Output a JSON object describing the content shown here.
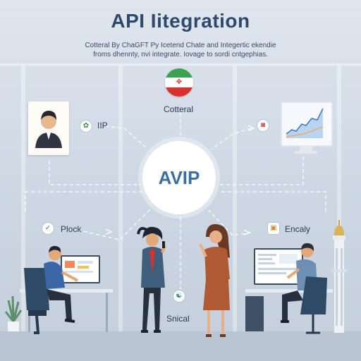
{
  "title": "API Iitegration",
  "subtitle": {
    "line1": "Cotteral By ChaGFT Py Icetend Chate and Integertic ekendie",
    "line2": "froms dhennty, nvi integrate. Iovage to sordi cntgephias."
  },
  "hub": {
    "label": "AVIP"
  },
  "nodes": {
    "top": {
      "label": "Cotteral"
    },
    "left_top": {
      "label": "IIP",
      "icon": "leaf-pin-icon"
    },
    "right_top": {
      "icon": "camera-icon"
    },
    "left_mid": {
      "label": "Plock",
      "icon": "check-icon"
    },
    "right_mid": {
      "label": "Encaly",
      "icon": "box-icon"
    },
    "bottom": {
      "label": "Snical",
      "icon": "swirl-icon"
    }
  },
  "colors": {
    "title": "#2d4a6d",
    "hub_text": "#3b6f9e",
    "connector": "#ffffff",
    "flag_green": "#3aa251",
    "flag_red": "#d8322f",
    "desk_chair": "#2f4a66"
  }
}
